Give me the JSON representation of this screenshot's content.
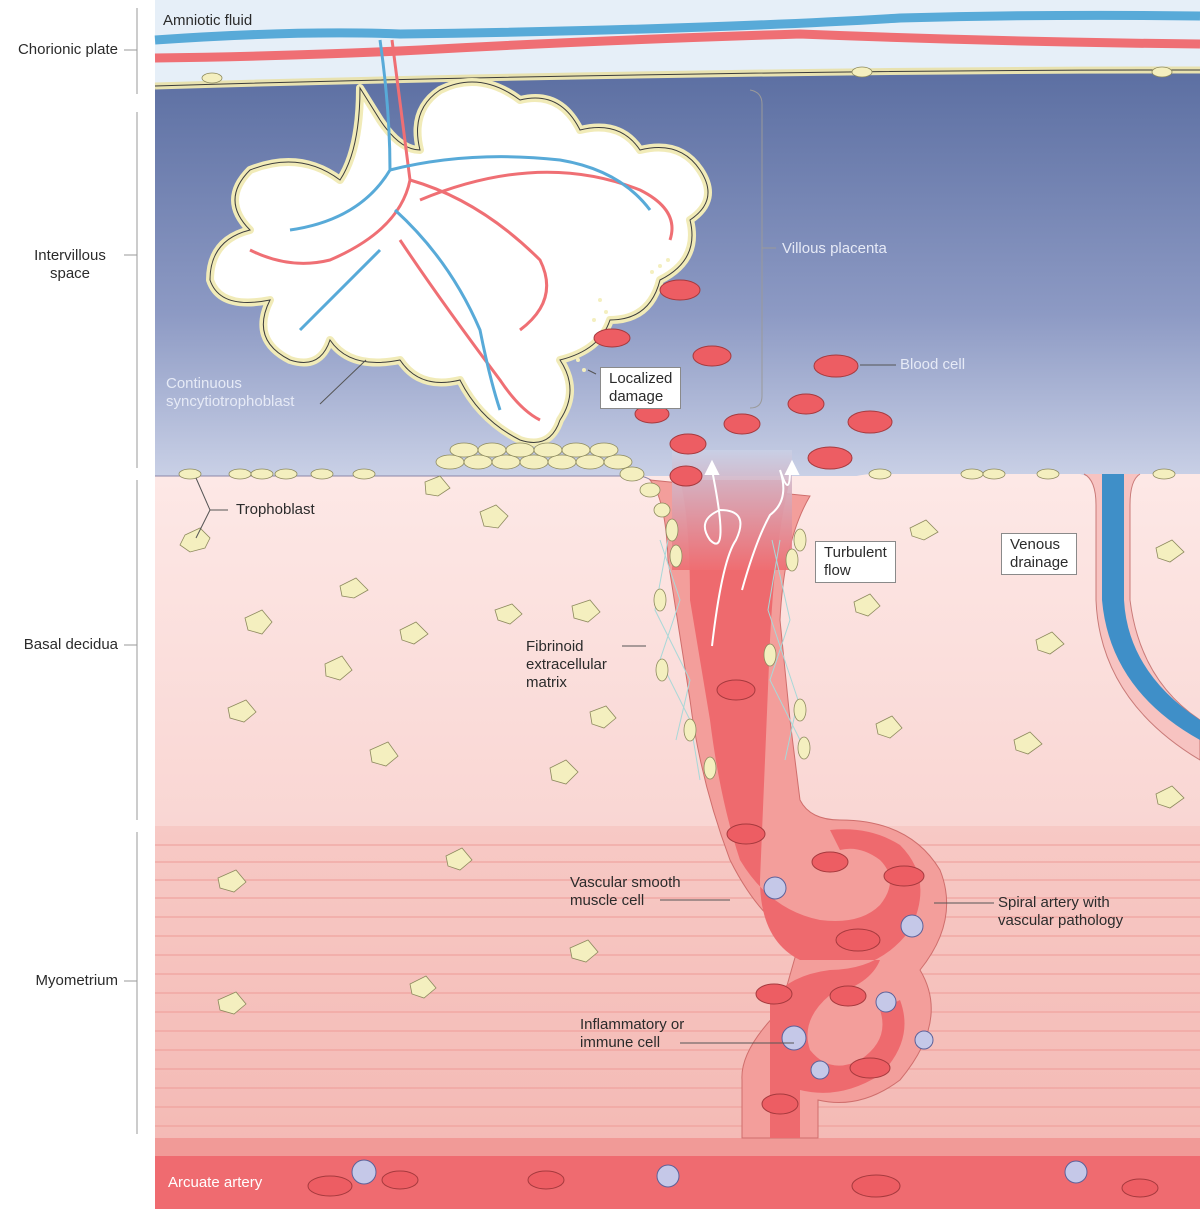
{
  "regions": {
    "chorionic_plate": "Chorionic plate",
    "intervillous_space": "Intervillous\nspace",
    "basal_decidua": "Basal decidua",
    "myometrium": "Myometrium"
  },
  "labels": {
    "amniotic_fluid": "Amniotic fluid",
    "villous_placenta": "Villous placenta",
    "blood_cell": "Blood cell",
    "continuous_syncytiotrophoblast": "Continuous\nsyncytiotrophoblast",
    "localized_damage": "Localized\ndamage",
    "trophoblast": "Trophoblast",
    "turbulent_flow": "Turbulent\nflow",
    "venous_drainage": "Venous\ndrainage",
    "fibrinoid_ecm": "Fibrinoid\nextracellular\nmatrix",
    "vascular_smooth_muscle_cell": "Vascular smooth\nmuscle cell",
    "spiral_artery": "Spiral artery with\nvascular pathology",
    "inflammatory_cell": "Inflammatory or\nimmune cell",
    "arcuate_artery": "Arcuate artery"
  },
  "colors": {
    "amniotic": "#e4eef8",
    "intervillous_top": "#5e72a4",
    "intervillous_bottom": "#c5cde4",
    "decidua": "#fbe4e2",
    "myometrium": "#f7c6c2",
    "artery": "#ee6a6e",
    "vein": "#4aa3d6",
    "trophoblast": "#f4efbf",
    "immune": "#b9bde0"
  }
}
